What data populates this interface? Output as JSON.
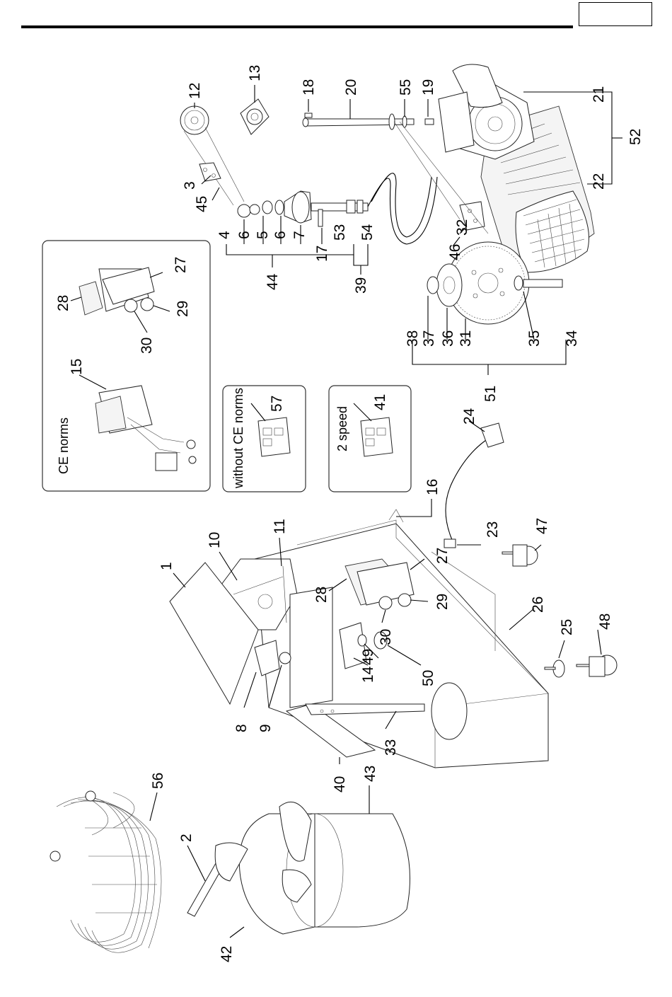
{
  "page_number": "",
  "insets": {
    "ce_norms": "CE norms",
    "without_ce_norms": "without CE norms",
    "two_speed": "2 speed"
  },
  "callouts": [
    "1",
    "2",
    "3",
    "4",
    "5",
    "6",
    "6",
    "7",
    "8",
    "9",
    "10",
    "11",
    "12",
    "13",
    "14",
    "15",
    "16",
    "17",
    "18",
    "19",
    "20",
    "21",
    "22",
    "23",
    "24",
    "25",
    "26",
    "27",
    "27",
    "28",
    "28",
    "29",
    "29",
    "30",
    "30",
    "31",
    "32",
    "33",
    "34",
    "35",
    "36",
    "37",
    "38",
    "39",
    "40",
    "41",
    "42",
    "43",
    "44",
    "45",
    "46",
    "47",
    "48",
    "49",
    "50",
    "51",
    "52",
    "53",
    "54",
    "55",
    "56",
    "57"
  ]
}
